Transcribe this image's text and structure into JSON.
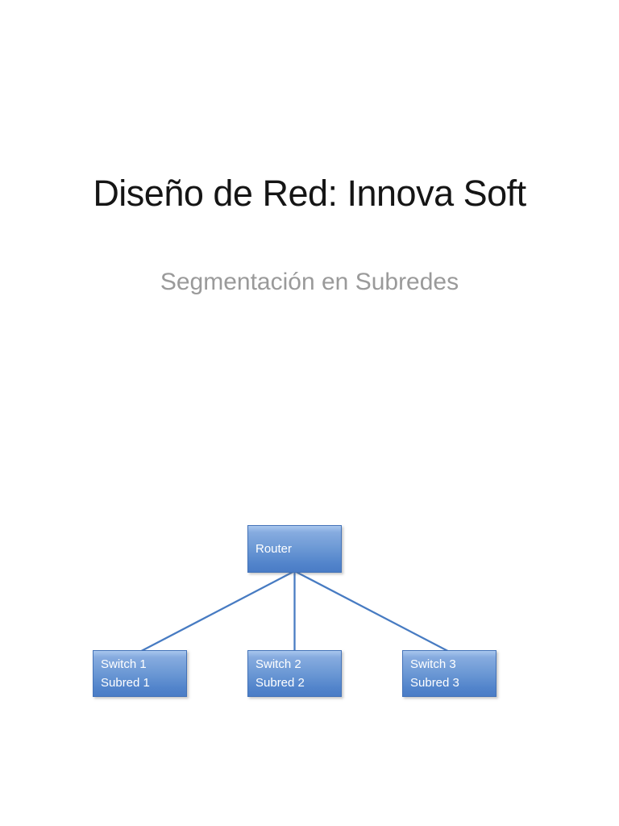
{
  "slide": {
    "title": "Diseño de Red: Innova Soft",
    "subtitle": "Segmentación en Subredes",
    "background_color": "#ffffff",
    "title_color": "#151515",
    "subtitle_color": "#9a9a9a"
  },
  "diagram": {
    "type": "network-tree",
    "router": {
      "label": "Router"
    },
    "switches": [
      {
        "line1": "Switch 1",
        "line2": "Subred 1"
      },
      {
        "line1": "Switch 2",
        "line2": "Subred 2"
      },
      {
        "line1": "Switch 3",
        "line2": "Subred 3"
      }
    ],
    "colors": {
      "node_fill_top": "#a9c7ee",
      "node_fill_bottom": "#4a7cc6",
      "node_border": "#4372b8",
      "connector_line": "#477bc2",
      "node_text": "#ffffff"
    }
  }
}
